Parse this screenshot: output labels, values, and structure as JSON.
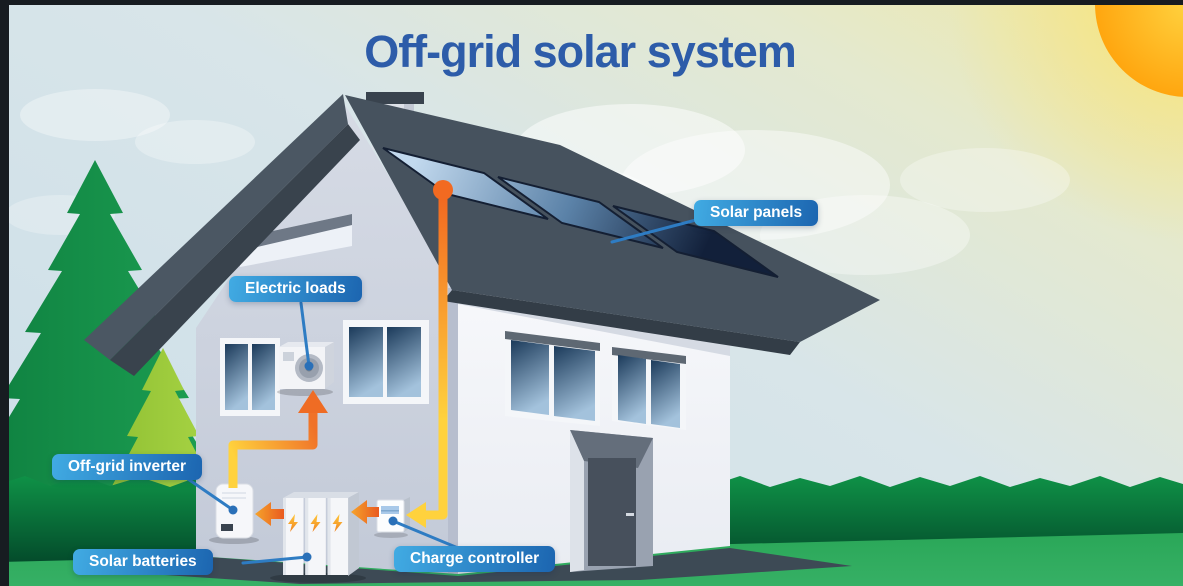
{
  "title": "Off-grid solar system",
  "callouts": {
    "solar_panels": "Solar panels",
    "electric_loads": "Electric loads",
    "off_grid_inverter": "Off-grid inverter",
    "solar_batteries": "Solar batteries",
    "charge_controller": "Charge controller"
  },
  "energy_flow": [
    {
      "from": "Solar panels",
      "to": "Charge controller"
    },
    {
      "from": "Charge controller",
      "to": "Solar batteries"
    },
    {
      "from": "Solar batteries",
      "to": "Off-grid inverter"
    },
    {
      "from": "Off-grid inverter",
      "to": "Electric loads"
    }
  ],
  "colors": {
    "title_text": "#2d5ca9",
    "callout_gradient_start": "#41abe3",
    "callout_gradient_end": "#1c65b0",
    "callout_text": "#ffffff",
    "flow_arrow_orange": "#f07228",
    "flow_arrow_yellow": "#ffd23d",
    "connector_blue": "#2e7cc3",
    "roof_slate": "#46525e",
    "solar_panel_navy": "#16263e",
    "grass_green": "#2fae5e",
    "hedge_green": "#0d8a42",
    "tree_dark_green": "#16904a",
    "tree_light_green": "#9cc838",
    "sun_orange": "#ffb714",
    "sky_blue": "#cfe0e8"
  }
}
